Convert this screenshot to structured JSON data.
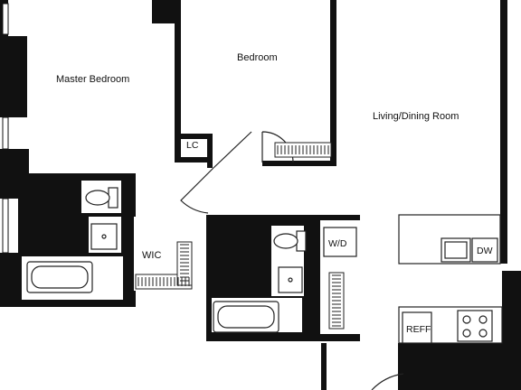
{
  "rooms": {
    "master_bedroom": "Master Bedroom",
    "bedroom": "Bedroom",
    "living_dining": "Living/Dining Room",
    "wic": "WIC",
    "lc": "LC"
  },
  "fixtures": {
    "washer_dryer": "W/D",
    "dishwasher": "DW",
    "refrigerator": "REFF"
  },
  "colors": {
    "wall": "#111111",
    "floor": "#ffffff",
    "fixture_line": "#222222"
  }
}
